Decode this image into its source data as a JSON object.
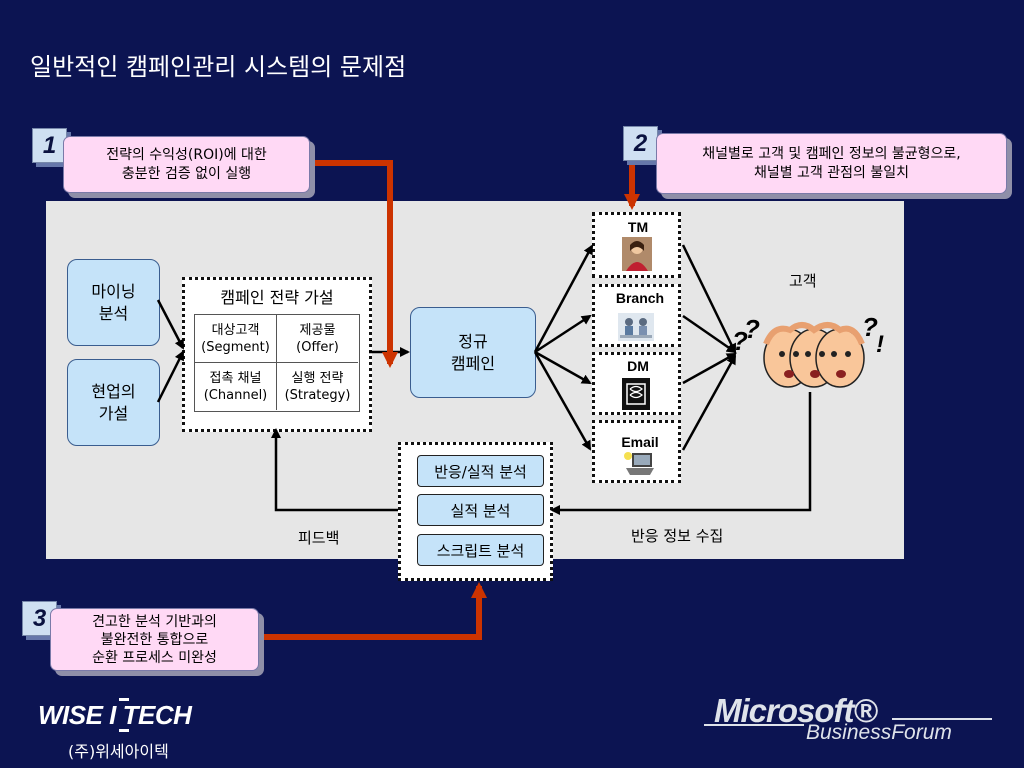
{
  "title": "일반적인 캠페인관리 시스템의 문제점",
  "inputs": {
    "mining": "마이닝\n분석",
    "field": "현업의\n가설"
  },
  "strategy": {
    "title": "캠페인 전략 가설",
    "cells": [
      "대상고객\n(Segment)",
      "제공물\n(Offer)",
      "접촉 채널\n(Channel)",
      "실행 전략\n(Strategy)"
    ]
  },
  "campaign": "정규\n캠페인",
  "channels": [
    "TM",
    "Branch",
    "DM",
    "Email"
  ],
  "customer_label": "고객",
  "analysis": [
    "반응/실적 분석",
    "실적 분석",
    "스크립트 분석"
  ],
  "feedback_label": "피드백",
  "response_label": "반응 정보 수집",
  "callouts": [
    {
      "num": "1",
      "text": "전략의 수익성(ROI)에 대한\n충분한 검증 없이 실행"
    },
    {
      "num": "2",
      "text": "채널별로 고객 및 캠페인 정보의 불균형으로,\n채널별 고객 관점의 불일치"
    },
    {
      "num": "3",
      "text": "견고한 분석 기반과의\n불완전한 통합으로\n순환 프로세스 미완성"
    }
  ],
  "footer": {
    "company": "WISE I TECH",
    "company_kr": "(주)위세아이텍",
    "ms_logo": "Microsoft®",
    "ms_forum": "BusinessForum"
  },
  "colors": {
    "background": "#0c1452",
    "panel": "#e6e6e6",
    "box": "#c5e3f9",
    "callout": "#ffd9f5",
    "arrow_red": "#cc3300"
  }
}
